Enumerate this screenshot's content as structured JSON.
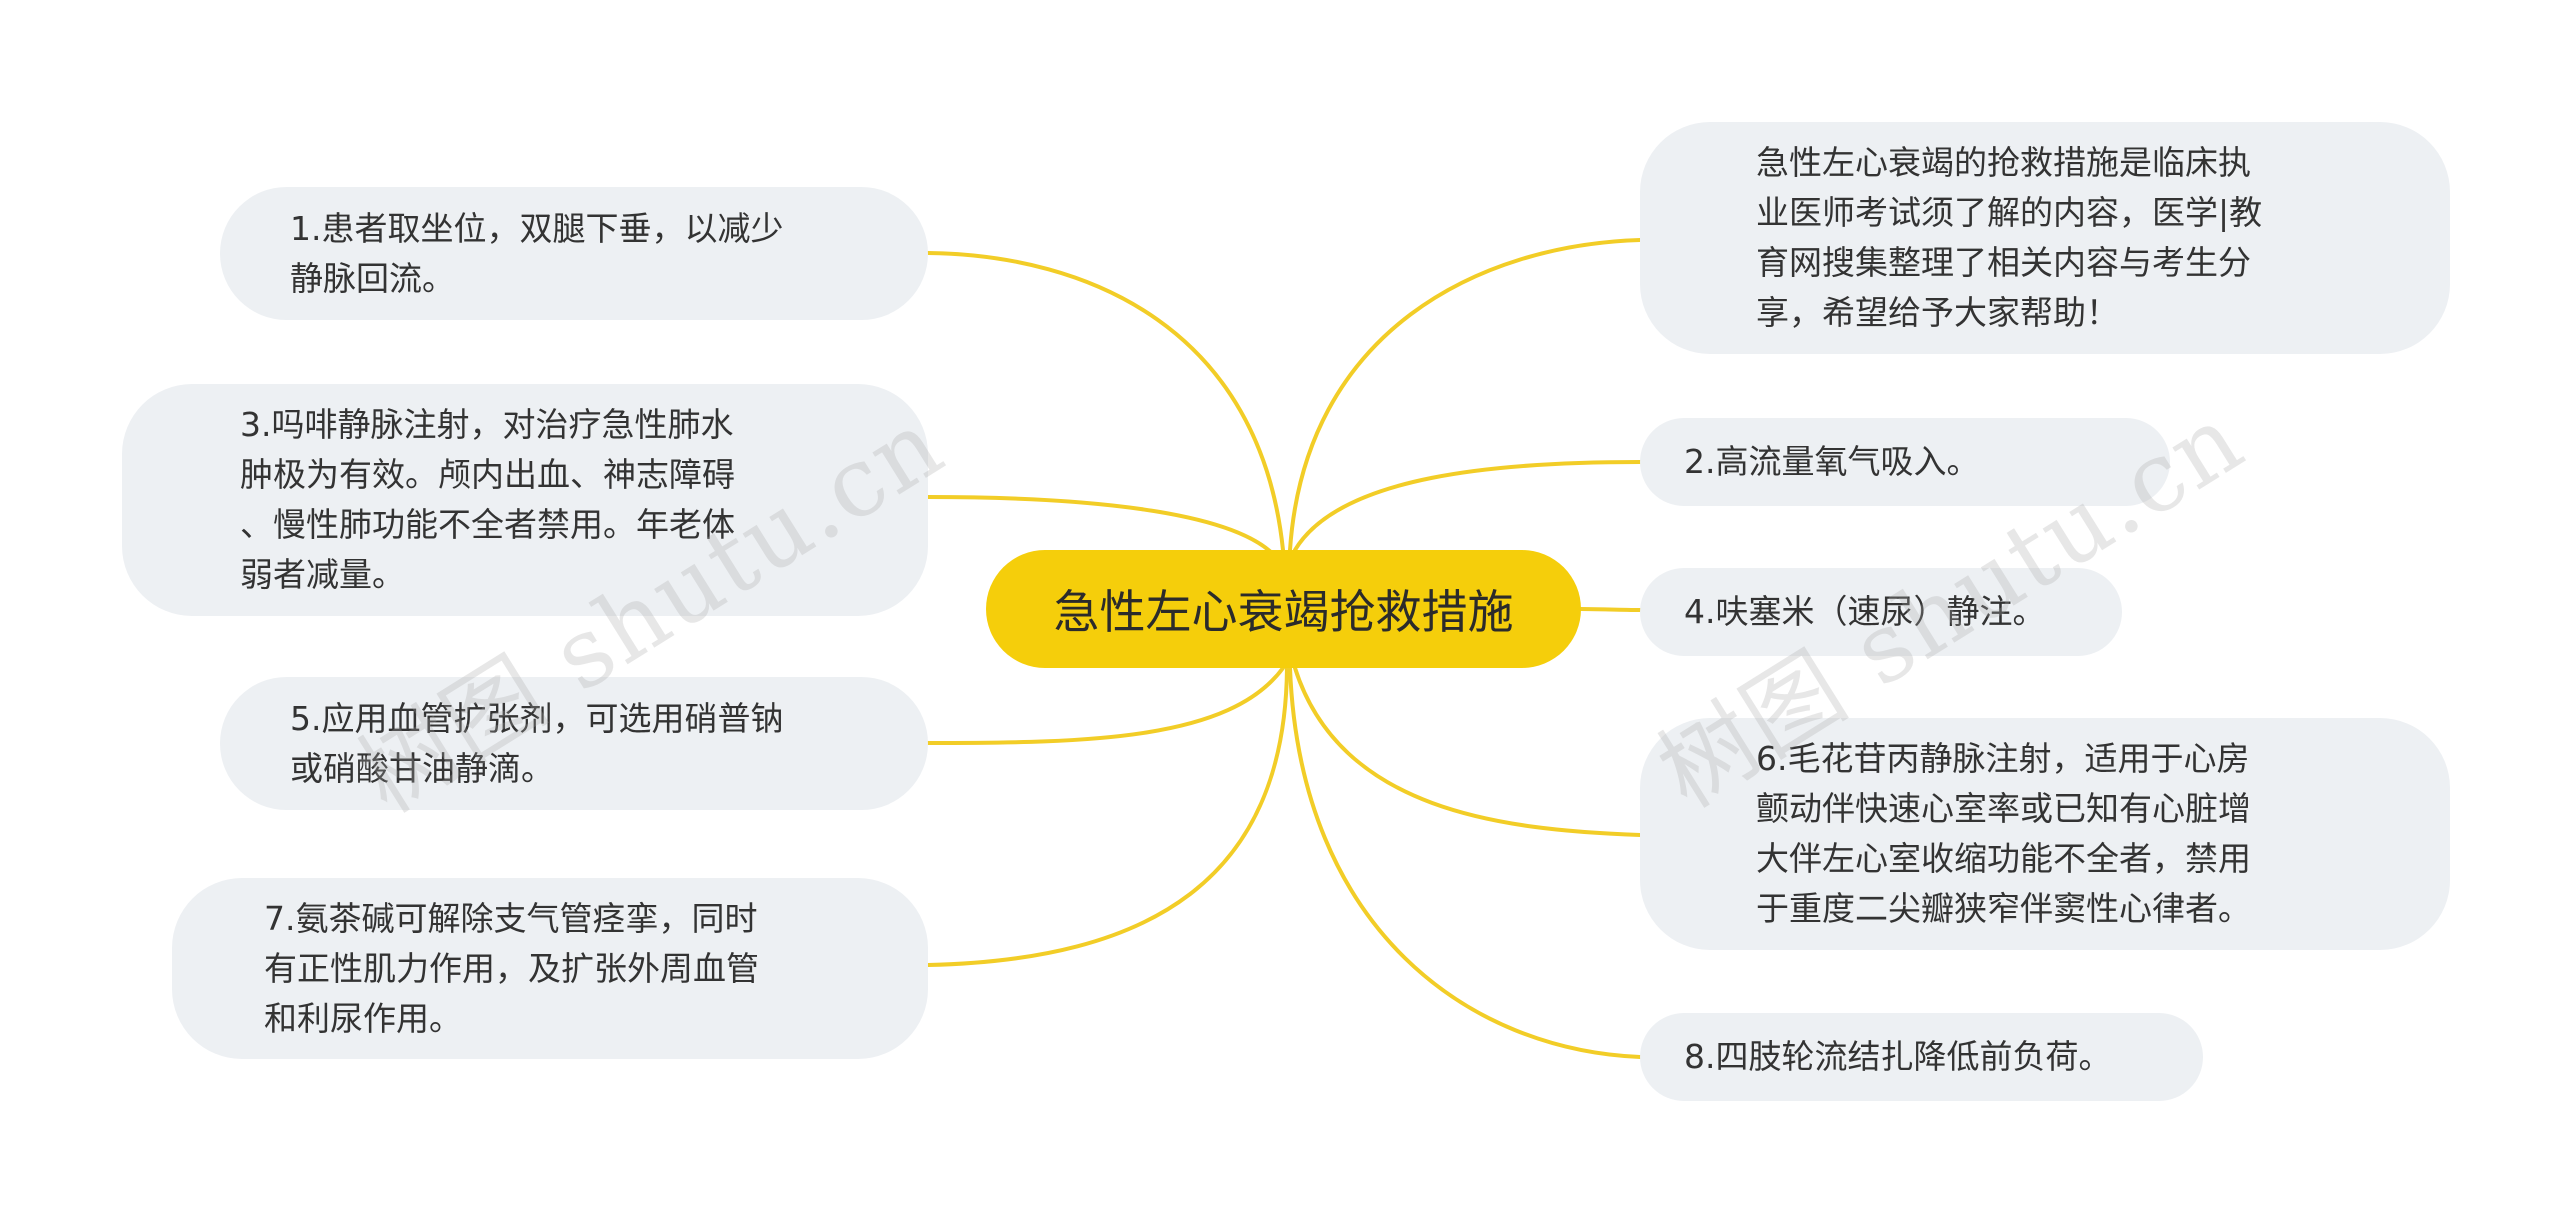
{
  "root": {
    "label": "急性左心衰竭抢救措施",
    "color": "#f5ce0b"
  },
  "connector_color": "#f2cd27",
  "topic_color": "#edf0f3",
  "topics": {
    "intro": "急性左心衰竭的抢救措施是临床执\n业医师考试须了解的内容，医学|教\n育网搜集整理了相关内容与考生分\n享，希望给予大家帮助！",
    "step1": "1.患者取坐位，双腿下垂，以减少\n静脉回流。",
    "step2": "2.高流量氧气吸入。",
    "step3": "3.吗啡静脉注射，对治疗急性肺水\n肿极为有效。颅内出血、神志障碍\n、慢性肺功能不全者禁用。年老体\n弱者减量。",
    "step4": "4.呋塞米（速尿）静注。",
    "step5": "5.应用血管扩张剂，可选用硝普钠\n或硝酸甘油静滴。",
    "step6": "6.毛花苷丙静脉注射，适用于心房\n颤动伴快速心室率或已知有心脏增\n大伴左心室收缩功能不全者，禁用\n于重度二尖瓣狭窄伴窦性心律者。",
    "step7": "7.氨茶碱可解除支气管痉挛，同时\n有正性肌力作用，及扩张外周血管\n和利尿作用。",
    "step8": "8.四肢轮流结扎降低前负荷。"
  },
  "watermarks": [
    "树图 shutu.cn",
    "树图 shutu.cn"
  ]
}
